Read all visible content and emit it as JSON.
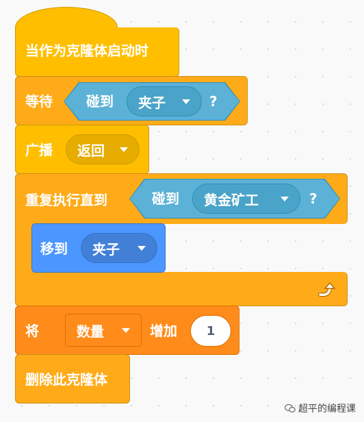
{
  "blocks": {
    "hat": {
      "label": "当作为克隆体启动时"
    },
    "wait": {
      "label": "等待",
      "touching": "碰到",
      "target": "夹子",
      "question": "?"
    },
    "broadcast": {
      "label": "广播",
      "message": "返回"
    },
    "repeat_until": {
      "label": "重复执行直到",
      "touching": "碰到",
      "target": "黄金矿工",
      "question": "?"
    },
    "goto": {
      "label": "移到",
      "target": "夹子"
    },
    "change": {
      "label": "将",
      "variable": "数量",
      "by": "增加",
      "value": "1"
    },
    "delete": {
      "label": "删除此克隆体"
    }
  },
  "watermark": {
    "text": "超平的编程课"
  },
  "colors": {
    "events": "#ffbf00",
    "control": "#ffab19",
    "sensing": "#5cb1d6",
    "motion": "#4c97ff",
    "variables": "#ff8c1a"
  }
}
